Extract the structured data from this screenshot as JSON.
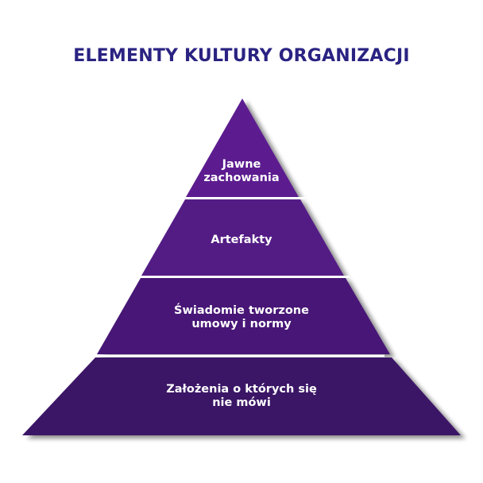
{
  "title": "ELEMENTY KULTURY ORGANIZACJI",
  "colors": {
    "title": "#2a2382",
    "tier_1": "#5b1f8f",
    "tier_2": "#531c85",
    "tier_3": "#461676",
    "tier_4": "#3b1266",
    "separator": "#ffffff",
    "label": "#ffffff"
  },
  "tiers": [
    {
      "level": 1,
      "lines": [
        "Jawne",
        "zachowania"
      ]
    },
    {
      "level": 2,
      "lines": [
        "Artefakty"
      ]
    },
    {
      "level": 3,
      "lines": [
        "Świadomie tworzone",
        "umowy i normy"
      ]
    },
    {
      "level": 4,
      "lines": [
        "Założenia o których się",
        "nie mówi"
      ]
    }
  ]
}
